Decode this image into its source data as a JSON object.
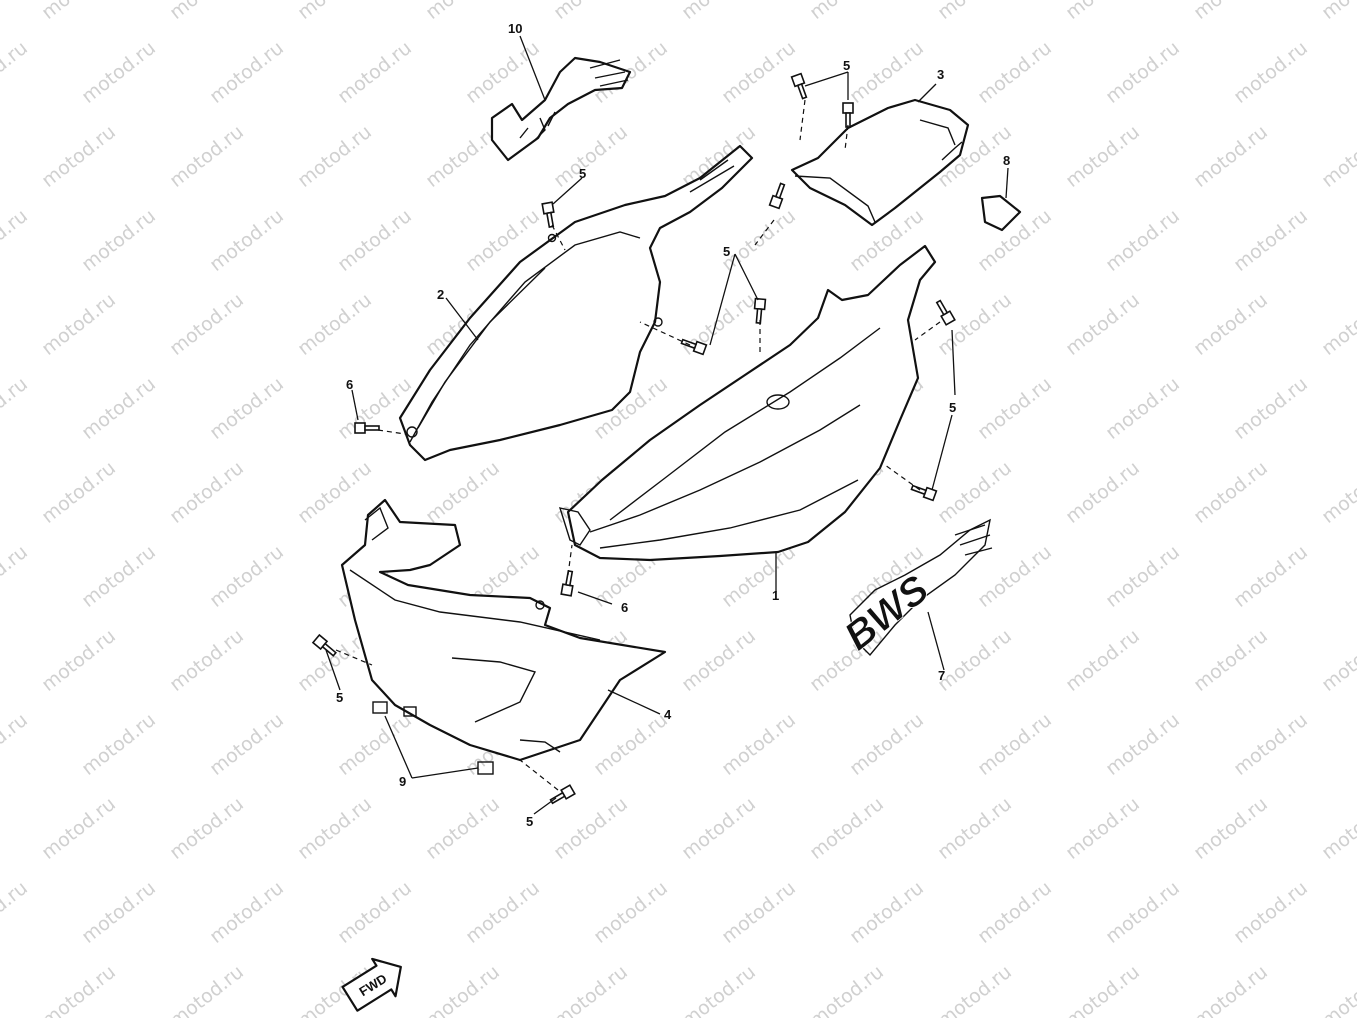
{
  "watermark": {
    "text": "motod.ru"
  },
  "callouts": [
    {
      "id": "c1",
      "label": "1"
    },
    {
      "id": "c2",
      "label": "2"
    },
    {
      "id": "c3",
      "label": "3"
    },
    {
      "id": "c4",
      "label": "4"
    },
    {
      "id": "c5a",
      "label": "5"
    },
    {
      "id": "c5b",
      "label": "5"
    },
    {
      "id": "c5c",
      "label": "5"
    },
    {
      "id": "c5d",
      "label": "5"
    },
    {
      "id": "c5e",
      "label": "5"
    },
    {
      "id": "c5f",
      "label": "5"
    },
    {
      "id": "c6a",
      "label": "6"
    },
    {
      "id": "c6b",
      "label": "6"
    },
    {
      "id": "c7",
      "label": "7"
    },
    {
      "id": "c8",
      "label": "8"
    },
    {
      "id": "c9",
      "label": "9"
    },
    {
      "id": "c10",
      "label": "10"
    }
  ],
  "emblem": {
    "text": "BWS",
    "subtext": ""
  },
  "fwd_arrow": {
    "label": "FWD"
  }
}
